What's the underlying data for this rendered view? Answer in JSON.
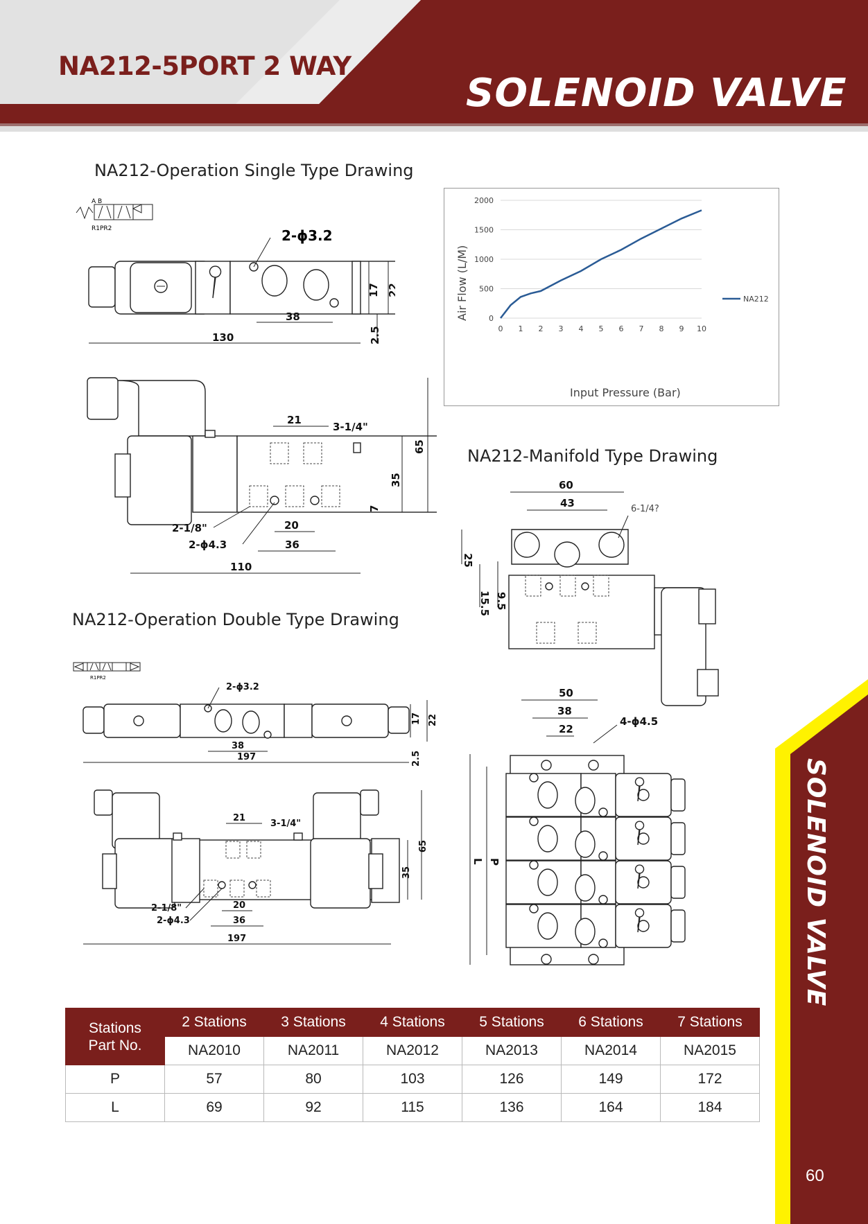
{
  "header": {
    "model": "NA212-5PORT 2 WAY",
    "title": "SOLENOID VALVE"
  },
  "side_title": "SOLENOID VALVE",
  "page_number": "60",
  "colors": {
    "brand": "#7a1f1c",
    "accent": "#fff200",
    "chart_line": "#2a5b95"
  },
  "sections": {
    "single": "NA212-Operation Single Type Drawing",
    "manifold": "NA212-Manifold Type Drawing",
    "double": "NA212-Operation Double Type Drawing"
  },
  "drawings": {
    "symbol": {
      "ports_top": "A  B",
      "ports_bottom": "R1PR2"
    },
    "single_top": {
      "holes": "2-ϕ3.2",
      "d38": "38",
      "d130": "130",
      "d17": "17",
      "d22": "22",
      "d2_5": "2.5"
    },
    "single_front": {
      "d21": "21",
      "thread": "3-1/4\"",
      "d65": "65",
      "d35": "35",
      "d7": "7",
      "d20": "20",
      "d36": "36",
      "d110": "110",
      "thread2": "2-1/8\"",
      "holes": "2-ϕ4.3"
    },
    "manifold_side": {
      "d60": "60",
      "d43": "43",
      "thread": "6-1/4?",
      "d25": "25",
      "d15_5": "15.5",
      "d9_5": "9.5"
    },
    "manifold_top": {
      "d50": "50",
      "d38": "38",
      "d22": "22",
      "holes": "4-ϕ4.5",
      "p": "P",
      "l": "L"
    },
    "double_top": {
      "holes": "2-ϕ3.2",
      "d38": "38",
      "d197": "197",
      "d17": "17",
      "d22": "22",
      "d2_5": "2.5"
    },
    "double_front": {
      "d21": "21",
      "thread": "3-1/4\"",
      "d65": "65",
      "d35": "35",
      "d20": "20",
      "d36": "36",
      "d197": "197",
      "thread2": "2-1/8\"",
      "holes": "2-ϕ4.3"
    }
  },
  "chart_data": {
    "type": "line",
    "xlabel": "Input Pressure (Bar)",
    "ylabel": "Air Flow (L/M)",
    "x_ticks": [
      "0",
      "1",
      "2",
      "3",
      "4",
      "5",
      "6",
      "7",
      "8",
      "9",
      "10"
    ],
    "y_ticks": [
      "0",
      "500",
      "1000",
      "1500",
      "2000"
    ],
    "xlim": [
      0,
      10
    ],
    "ylim": [
      0,
      2000
    ],
    "grid": true,
    "legend_position": "right",
    "series": [
      {
        "name": "NA212",
        "x": [
          0,
          0.5,
          1,
          1.5,
          2,
          3,
          4,
          5,
          6,
          7,
          8,
          9,
          10
        ],
        "y": [
          0,
          220,
          360,
          420,
          460,
          640,
          800,
          1000,
          1160,
          1350,
          1520,
          1690,
          1830
        ]
      }
    ]
  },
  "table": {
    "corner": [
      "Stations",
      "Part No."
    ],
    "stations": [
      "2 Stations",
      "3 Stations",
      "4 Stations",
      "5 Stations",
      "6 Stations",
      "7 Stations"
    ],
    "part_no": [
      "NA2010",
      "NA2011",
      "NA2012",
      "NA2013",
      "NA2014",
      "NA2015"
    ],
    "rows": [
      {
        "label": "P",
        "values": [
          "57",
          "80",
          "103",
          "126",
          "149",
          "172"
        ]
      },
      {
        "label": "L",
        "values": [
          "69",
          "92",
          "115",
          "136",
          "164",
          "184"
        ]
      }
    ]
  }
}
